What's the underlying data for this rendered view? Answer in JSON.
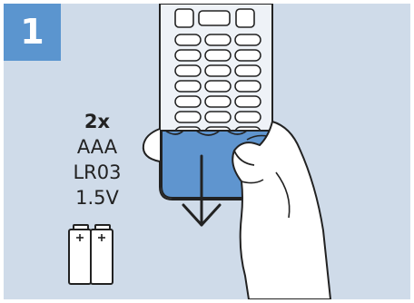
{
  "step": {
    "number": "1"
  },
  "batteries": {
    "quantity": "2x",
    "type": "AAA",
    "code": "LR03",
    "voltage": "1.5V",
    "icon": "battery-icon"
  },
  "illustration": {
    "remote": "remote-control-icon",
    "hand": "hand-icon",
    "arrow": "arrow-down-icon",
    "action": "slide-battery-cover-down"
  },
  "colors": {
    "background": "#cfdbe9",
    "accent": "#5b95cf",
    "cover": "#5f95cf",
    "outline": "#222222"
  }
}
